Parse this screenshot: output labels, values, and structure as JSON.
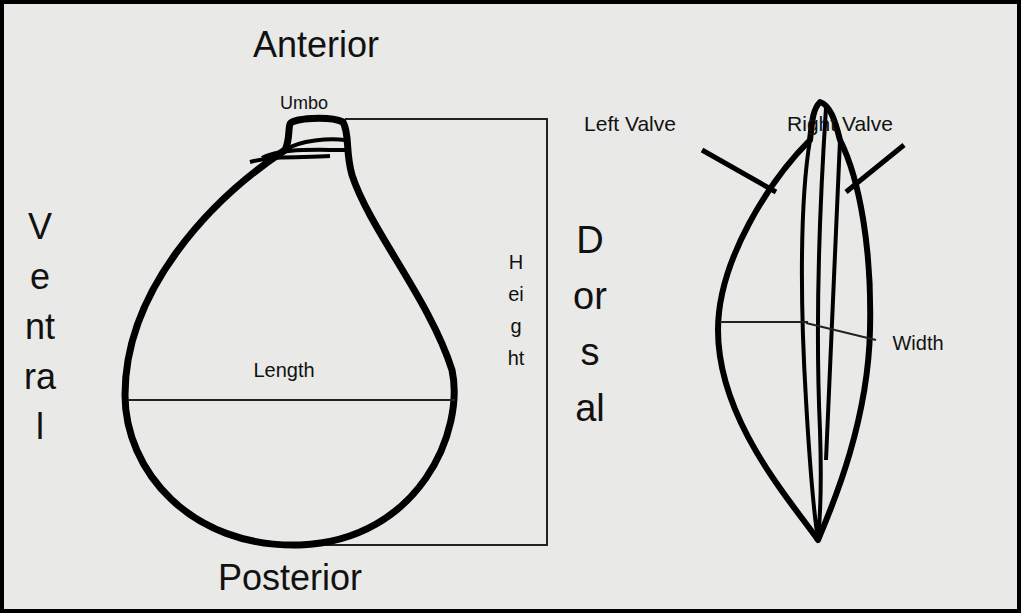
{
  "diagram": {
    "labels": [
      "Anterior",
      "Umbo",
      "Ventral",
      "Dorsal",
      "Height",
      "Length",
      "Posterior",
      "Left Valve",
      "Right Valve",
      "Width"
    ]
  }
}
